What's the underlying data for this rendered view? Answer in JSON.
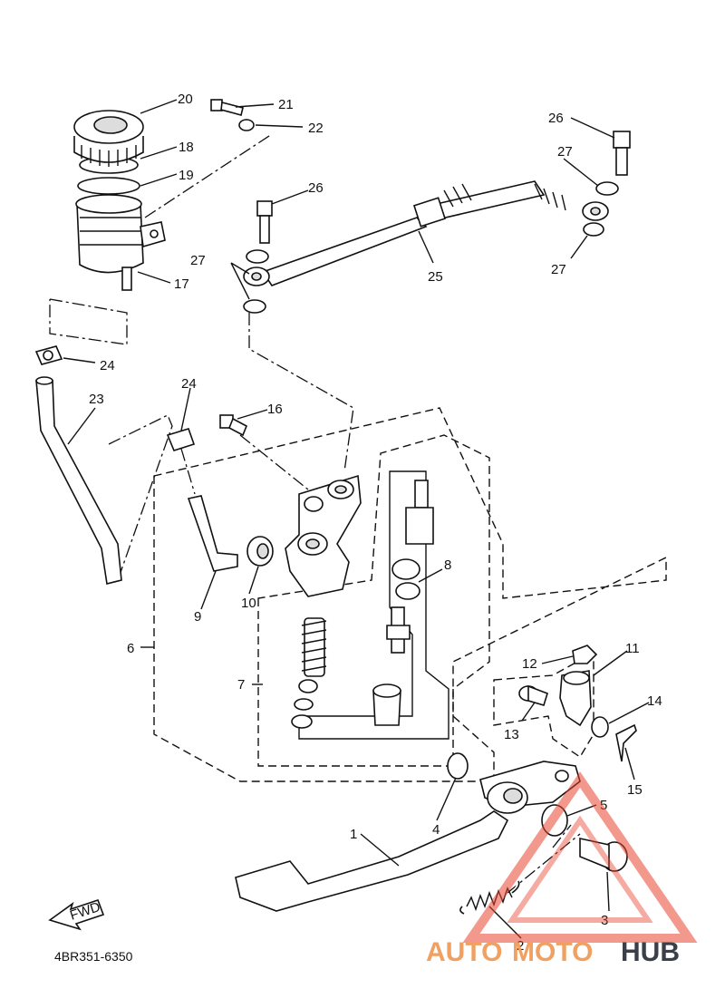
{
  "diagram": {
    "part_code": "4BR351-6350",
    "fwd_label": "FWD",
    "callouts": [
      {
        "id": "c1",
        "label": "1"
      },
      {
        "id": "c2",
        "label": "2"
      },
      {
        "id": "c3",
        "label": "3"
      },
      {
        "id": "c4",
        "label": "4"
      },
      {
        "id": "c5",
        "label": "5"
      },
      {
        "id": "c6",
        "label": "6"
      },
      {
        "id": "c7",
        "label": "7"
      },
      {
        "id": "c8",
        "label": "8"
      },
      {
        "id": "c9",
        "label": "9"
      },
      {
        "id": "c10",
        "label": "10"
      },
      {
        "id": "c11",
        "label": "11"
      },
      {
        "id": "c12",
        "label": "12"
      },
      {
        "id": "c13",
        "label": "13"
      },
      {
        "id": "c14",
        "label": "14"
      },
      {
        "id": "c15",
        "label": "15"
      },
      {
        "id": "c16",
        "label": "16"
      },
      {
        "id": "c17",
        "label": "17"
      },
      {
        "id": "c18",
        "label": "18"
      },
      {
        "id": "c19",
        "label": "19"
      },
      {
        "id": "c20",
        "label": "20"
      },
      {
        "id": "c21",
        "label": "21"
      },
      {
        "id": "c22",
        "label": "22"
      },
      {
        "id": "c23",
        "label": "23"
      },
      {
        "id": "c24a",
        "label": "24"
      },
      {
        "id": "c24b",
        "label": "24"
      },
      {
        "id": "c25",
        "label": "25"
      },
      {
        "id": "c26a",
        "label": "26"
      },
      {
        "id": "c26b",
        "label": "26"
      },
      {
        "id": "c27a",
        "label": "27"
      },
      {
        "id": "c27b",
        "label": "27"
      },
      {
        "id": "c27c",
        "label": "27"
      }
    ]
  },
  "watermark": {
    "text_auto": "AUTO",
    "text_moto": "MOTO",
    "text_hub": "HUB",
    "color_accent": "#f0a060",
    "color_dark": "#3a3f48",
    "color_triangle": "#e8442e"
  }
}
